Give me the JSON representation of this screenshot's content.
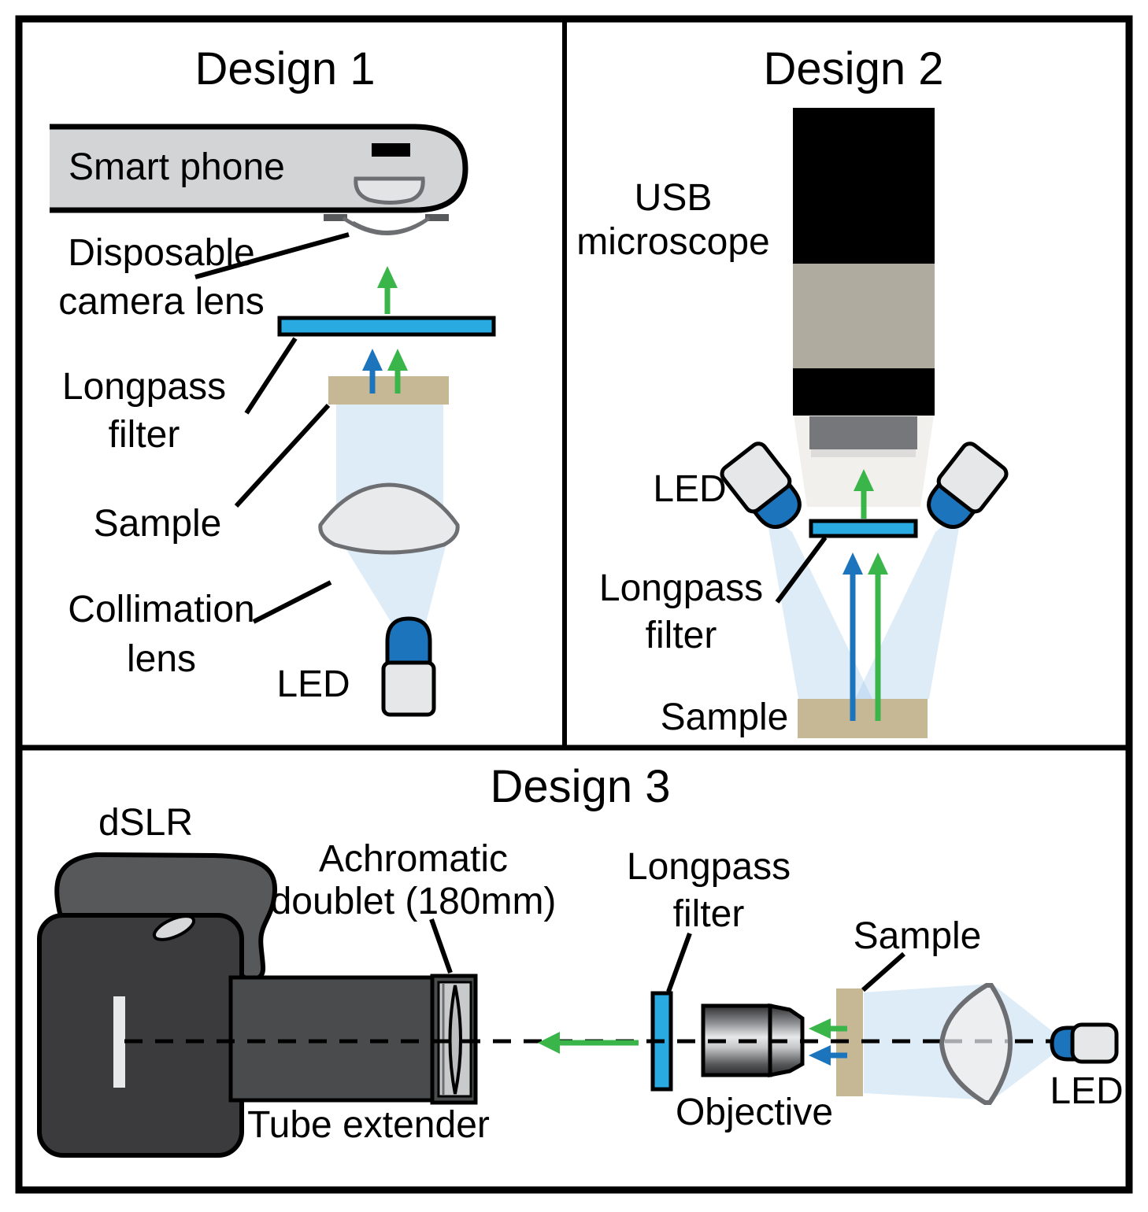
{
  "colors": {
    "filter_blue": "#29ABE2",
    "led_blue": "#1C75BC",
    "arrow_green": "#39B54A",
    "arrow_blue": "#1C75BC",
    "sample_tan": "#C6B795",
    "usb_body_tan": "#B0AB9F",
    "beam_light_blue": "#DEECF8",
    "camera_dark_gray": "#3B3B3D",
    "camera_light_gray": "#57585A",
    "phone_gray": "#D2D4D5"
  },
  "design1": {
    "title": "Design 1",
    "smartphone_label": "Smart phone",
    "disposable_lens_label_line1": "Disposable",
    "disposable_lens_label_line2": "camera lens",
    "longpass_label_line1": "Longpass",
    "longpass_label_line2": "filter",
    "sample_label": "Sample",
    "collimation_label_line1": "Collimation",
    "collimation_label_line2": "lens",
    "led_label": "LED"
  },
  "design2": {
    "title": "Design 2",
    "usb_label_line1": "USB",
    "usb_label_line2": "microscope",
    "led_label": "LED",
    "longpass_label_line1": "Longpass",
    "longpass_label_line2": "filter",
    "sample_label": "Sample"
  },
  "design3": {
    "title": "Design 3",
    "dslr_label": "dSLR",
    "achromatic_label_line1": "Achromatic",
    "achromatic_label_line2": "doublet (180mm)",
    "longpass_label_line1": "Longpass",
    "longpass_label_line2": "filter",
    "sample_label": "Sample",
    "objective_label": "Objective",
    "led_label": "LED",
    "tube_extender_label": "Tube extender"
  }
}
